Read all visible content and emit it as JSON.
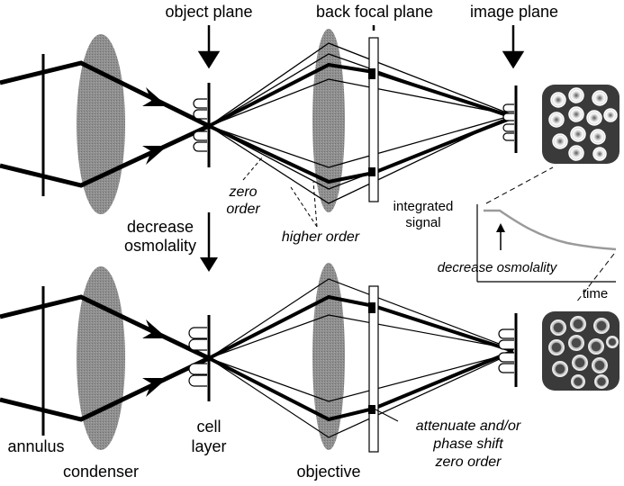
{
  "labels": {
    "object_plane": "object plane",
    "back_focal_plane": "back focal plane",
    "image_plane": "image plane",
    "zero": "zero",
    "order": "order",
    "higher_order": "higher order",
    "decrease": "decrease",
    "osmolality": "osmolality",
    "integrated": "integrated",
    "signal": "signal",
    "decrease_osmolality": "decrease osmolality",
    "time": "time",
    "annulus": "annulus",
    "cell": "cell",
    "layer": "layer",
    "condenser": "condenser",
    "objective": "objective",
    "attenuate": "attenuate and/or",
    "phase_shift": "phase shift",
    "zero_order": "zero order"
  },
  "colors": {
    "lens": "#8a8a8a",
    "ink": "#000000",
    "cell_panel": "#3a3a3a",
    "curve": "#9a9a9a"
  },
  "signal_curve": {
    "description_free": true,
    "start_level": 1.0,
    "end_level": 0.35
  }
}
